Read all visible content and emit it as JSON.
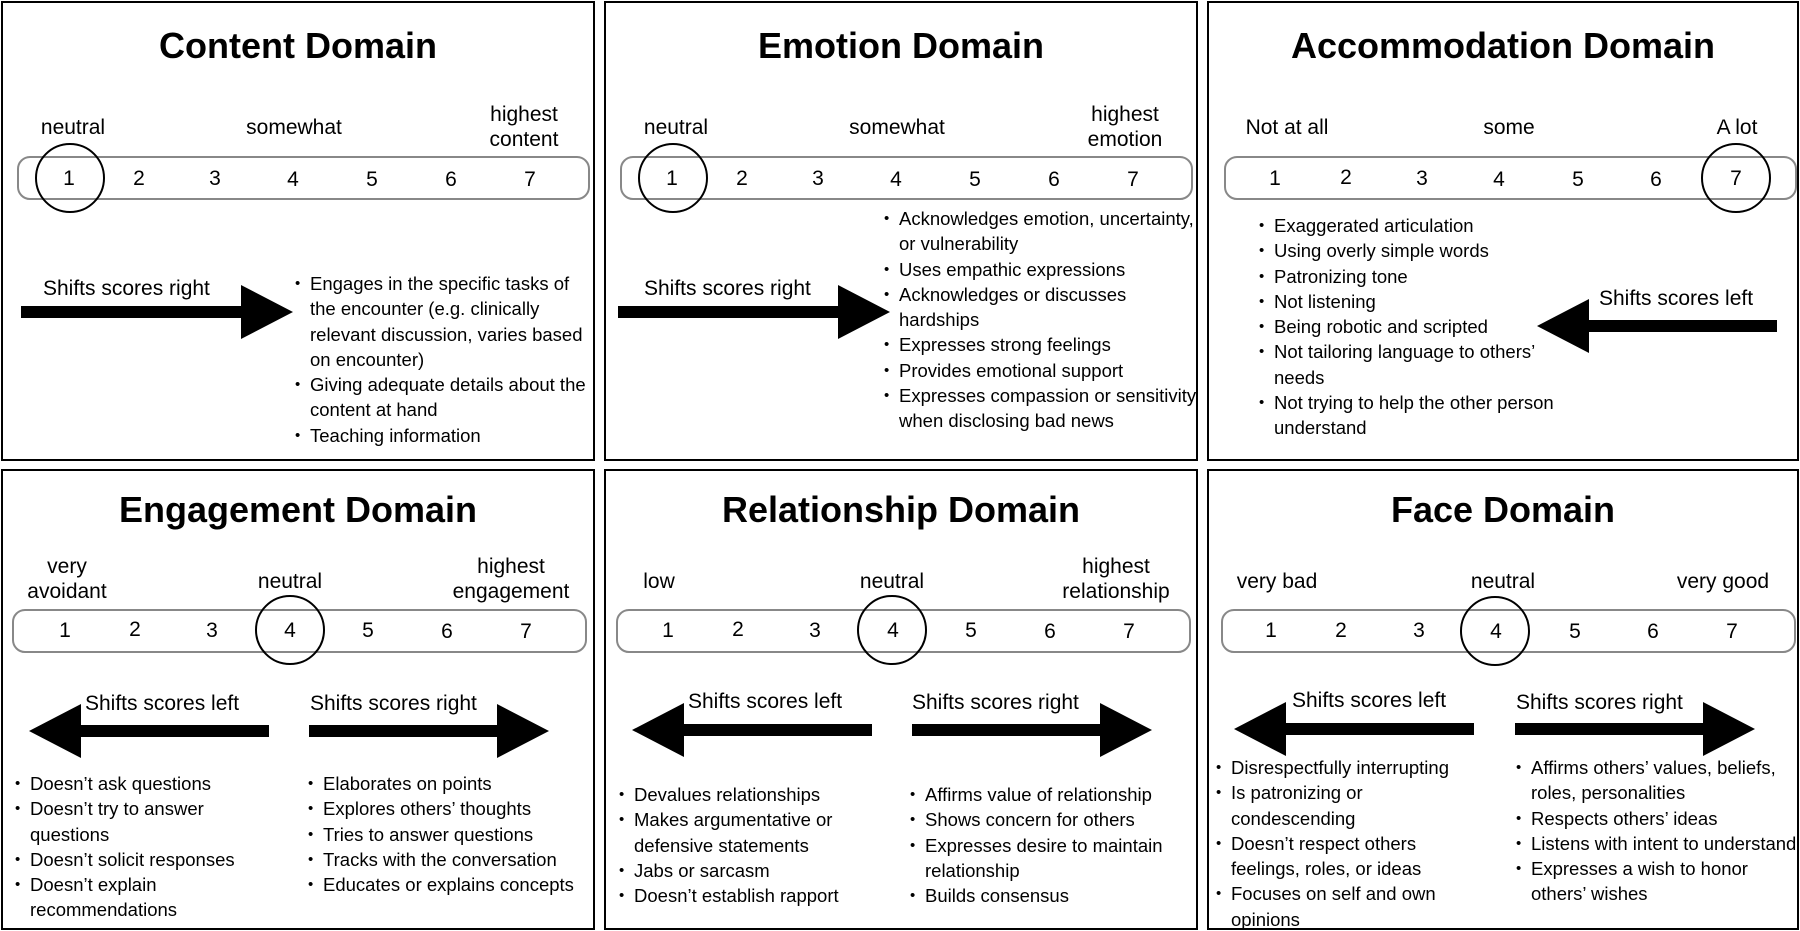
{
  "panels": [
    {
      "title": "Content Domain",
      "scale_labels": [
        "neutral",
        "somewhat",
        "highest\ncontent"
      ],
      "numbers": [
        "1",
        "2",
        "3",
        "4",
        "5",
        "6",
        "7"
      ],
      "selected": "1",
      "shifts_right": {
        "label": "Shifts scores right",
        "items": [
          "Engages in the specific tasks of the encounter (e.g. clinically relevant discussion, varies based on encounter)",
          "Giving adequate details about the content at hand",
          "Teaching information"
        ]
      }
    },
    {
      "title": "Emotion Domain",
      "scale_labels": [
        "neutral",
        "somewhat",
        "highest\nemotion"
      ],
      "numbers": [
        "1",
        "2",
        "3",
        "4",
        "5",
        "6",
        "7"
      ],
      "selected": "1",
      "shifts_right": {
        "label": "Shifts scores right",
        "items": [
          "Acknowledges emotion, uncertainty, or vulnerability",
          "Uses empathic expressions",
          "Acknowledges or discusses hardships",
          "Expresses strong feelings",
          "Provides emotional support",
          "Expresses compassion or sensitivity when disclosing bad news"
        ]
      }
    },
    {
      "title": "Accommodation Domain",
      "scale_labels": [
        "Not at all",
        "some",
        "A lot"
      ],
      "numbers": [
        "1",
        "2",
        "3",
        "4",
        "5",
        "6",
        "7"
      ],
      "selected": "7",
      "shifts_left": {
        "label": "Shifts scores left",
        "items": [
          "Exaggerated articulation",
          "Using overly simple words",
          "Patronizing tone",
          "Not listening",
          "Being robotic and scripted",
          "Not tailoring language to others’ needs",
          "Not trying to help the other person understand"
        ]
      }
    },
    {
      "title": "Engagement Domain",
      "scale_labels": [
        "very\navoidant",
        "neutral",
        "highest\nengagement"
      ],
      "numbers": [
        "1",
        "2",
        "3",
        "4",
        "5",
        "6",
        "7"
      ],
      "selected": "4",
      "shifts_left": {
        "label": "Shifts scores left",
        "items": [
          "Doesn’t ask questions",
          "Doesn’t try to answer questions",
          "Doesn’t solicit responses",
          "Doesn’t explain recommendations"
        ]
      },
      "shifts_right": {
        "label": "Shifts scores right",
        "items": [
          "Elaborates on points",
          "Explores others’ thoughts",
          "Tries to answer questions",
          "Tracks with the conversation",
          "Educates or explains concepts"
        ]
      }
    },
    {
      "title": "Relationship Domain",
      "scale_labels": [
        "low",
        "neutral",
        "highest\nrelationship"
      ],
      "numbers": [
        "1",
        "2",
        "3",
        "4",
        "5",
        "6",
        "7"
      ],
      "selected": "4",
      "shifts_left": {
        "label": "Shifts scores left",
        "items": [
          "Devalues relationships",
          "Makes argumentative or defensive statements",
          "Jabs or sarcasm",
          "Doesn’t establish rapport"
        ]
      },
      "shifts_right": {
        "label": "Shifts scores right",
        "items": [
          "Affirms value of relationship",
          "Shows concern for others",
          "Expresses desire to maintain relationship",
          "Builds consensus"
        ]
      }
    },
    {
      "title": "Face Domain",
      "scale_labels": [
        "very bad",
        "neutral",
        "very good"
      ],
      "numbers": [
        "1",
        "2",
        "3",
        "4",
        "5",
        "6",
        "7"
      ],
      "selected": "4",
      "shifts_left": {
        "label": "Shifts scores left",
        "items": [
          "Disrespectfully interrupting",
          "Is patronizing or condescending",
          "Doesn’t respect others feelings, roles, or ideas",
          "Focuses on self and own opinions"
        ]
      },
      "shifts_right": {
        "label": "Shifts scores right",
        "items": [
          "Affirms others’ values, beliefs, roles, personalities",
          "Respects others’ ideas",
          "Listens with intent to understand",
          "Expresses a wish to honor others’ wishes"
        ]
      }
    }
  ]
}
